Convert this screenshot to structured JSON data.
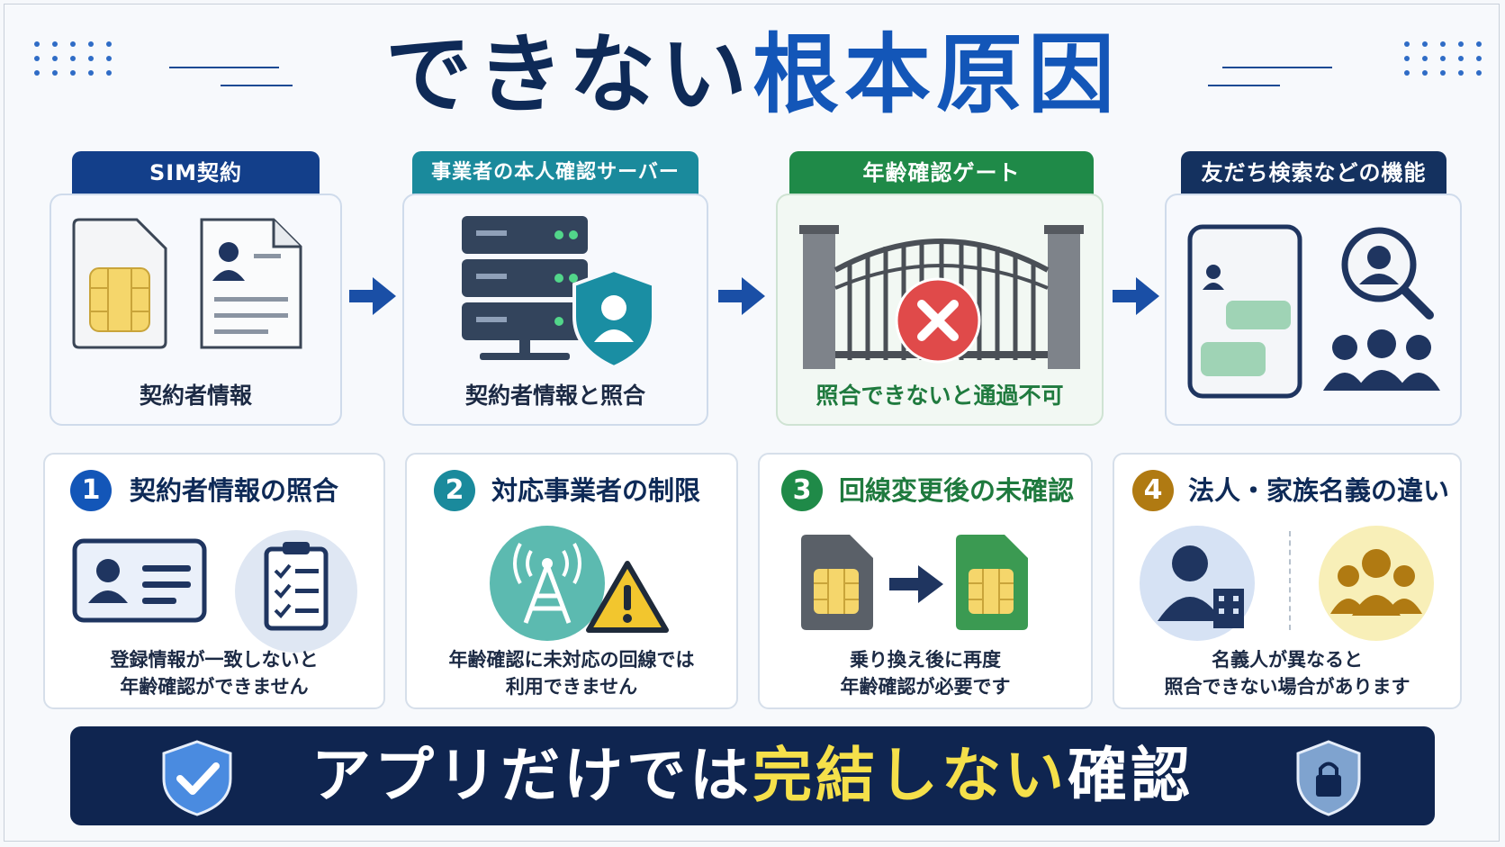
{
  "title": {
    "part1": "できない",
    "part2": "根本原因"
  },
  "flow": [
    {
      "tag": "SIM契約",
      "caption": "契約者情報"
    },
    {
      "tag": "事業者の本人確認サーバー",
      "caption": "契約者情報と照合"
    },
    {
      "tag": "年齢確認ゲート",
      "caption": "照合できないと通過不可"
    },
    {
      "tag": "友だち検索などの機能",
      "caption": ""
    }
  ],
  "causes": [
    {
      "num": "1",
      "title": "契約者情報の照合",
      "line1": "登録情報が一致しないと",
      "line2": "年齢確認ができません",
      "color": "#1356b8"
    },
    {
      "num": "2",
      "title": "対応事業者の制限",
      "line1": "年齢確認に未対応の回線では",
      "line2": "利用できません",
      "color": "#1a8a9c"
    },
    {
      "num": "3",
      "title": "回線変更後の未確認",
      "line1": "乗り換え後に再度",
      "line2": "年齢確認が必要です",
      "color": "#1f8a48"
    },
    {
      "num": "4",
      "title": "法人・家族名義の違い",
      "line1": "名義人が異なると",
      "line2": "照合できない場合があります",
      "color": "#b07a12"
    }
  ],
  "banner": {
    "part1": "アプリだけでは",
    "part2": "完結しない",
    "part3": "確認"
  },
  "icons": {
    "flow": [
      "sim-card-icon",
      "contract-document-icon",
      "server-icon",
      "user-shield-icon",
      "gate-icon",
      "denied-x-icon",
      "smartphone-chat-icon",
      "user-search-icon",
      "group-icon"
    ],
    "causes": [
      "id-card-icon",
      "checklist-icon",
      "antenna-icon",
      "warning-icon",
      "sim-gray-icon",
      "sim-green-icon",
      "corporate-user-icon",
      "family-icon"
    ],
    "banner": [
      "shield-check-icon",
      "shield-lock-icon"
    ]
  }
}
